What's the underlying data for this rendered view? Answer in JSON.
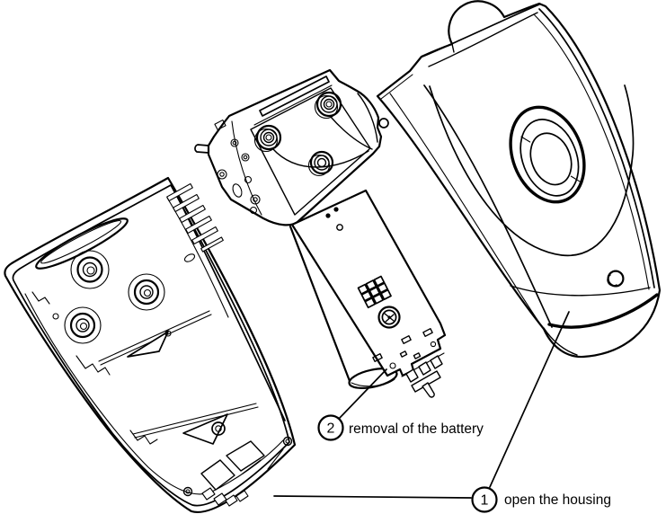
{
  "diagram": {
    "colors": {
      "line-color": "#000000",
      "bg-color": "#ffffff"
    },
    "callouts": [
      {
        "number": "2",
        "label": "removal of the battery"
      },
      {
        "number": "1",
        "label": "open the housing"
      }
    ]
  }
}
